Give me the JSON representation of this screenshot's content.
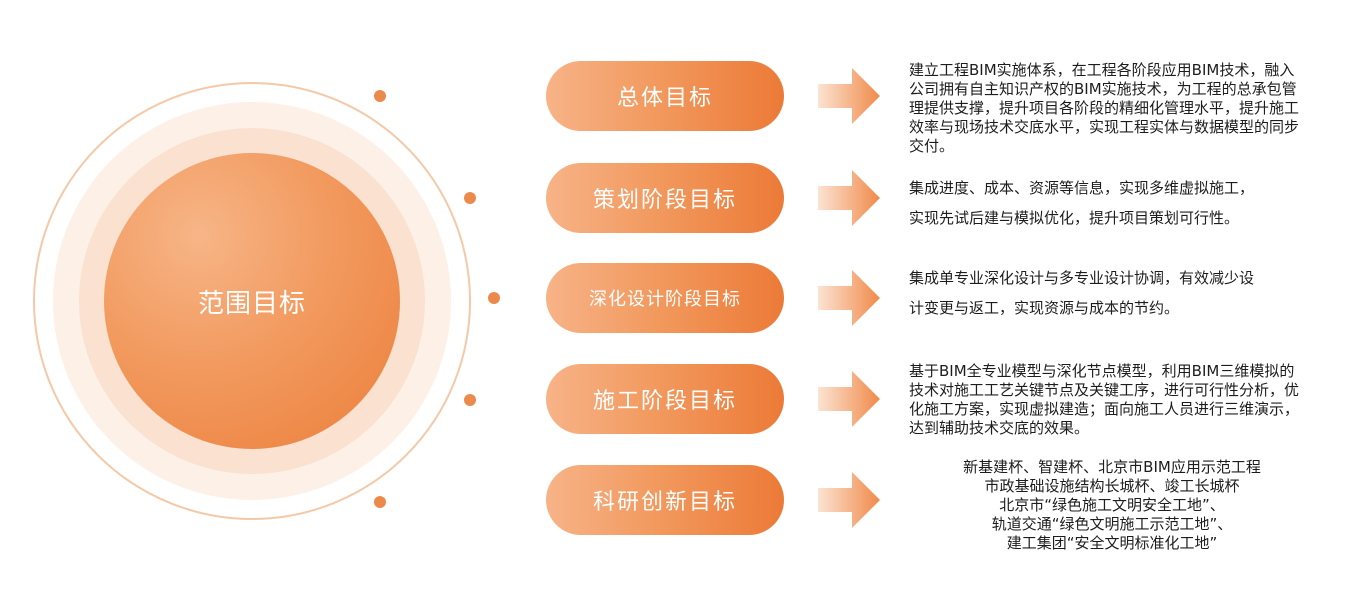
{
  "center": {
    "label": "范围目标"
  },
  "colors": {
    "accent": "#ec7e3a",
    "accent_light": "#f7b587",
    "ring_light": "#fdf0e6",
    "text": "#1d1d1d"
  },
  "items": [
    {
      "label": "总体目标",
      "desc_lines": [
        "建立工程BIM实施体系，在工程各阶段应用BIM技术，融入",
        "公司拥有自主知识产权的BIM实施技术，为工程的总承包管",
        "理提供支撑，提升项目各阶段的精细化管理水平，提升施工",
        "效率与现场技术交底水平，实现工程实体与数据模型的同步",
        "交付。"
      ]
    },
    {
      "label": "策划阶段目标",
      "desc_lines": [
        "集成进度、成本、资源等信息，实现多维虚拟施工，",
        "实现先试后建与模拟优化，提升项目策划可行性。"
      ]
    },
    {
      "label": "深化设计阶段目标",
      "desc_lines": [
        "集成单专业深化设计与多专业设计协调，有效减少设",
        "计变更与返工，实现资源与成本的节约。"
      ]
    },
    {
      "label": "施工阶段目标",
      "desc_lines": [
        "基于BIM全专业模型与深化节点模型，利用BIM三维模拟的",
        "技术对施工工艺关键节点及关键工序，进行可行性分析，优",
        "化施工方案，实现虚拟建造；面向施工人员进行三维演示，",
        "达到辅助技术交底的效果。"
      ]
    },
    {
      "label": "科研创新目标",
      "desc_lines": [
        "新基建杯、智建杯、北京市BIM应用示范工程",
        "市政基础设施结构长城杯、竣工长城杯",
        "北京市“绿色施工文明安全工地”、",
        "轨道交通“绿色文明施工示范工地”、",
        "建工集团“安全文明标准化工地”"
      ]
    }
  ]
}
